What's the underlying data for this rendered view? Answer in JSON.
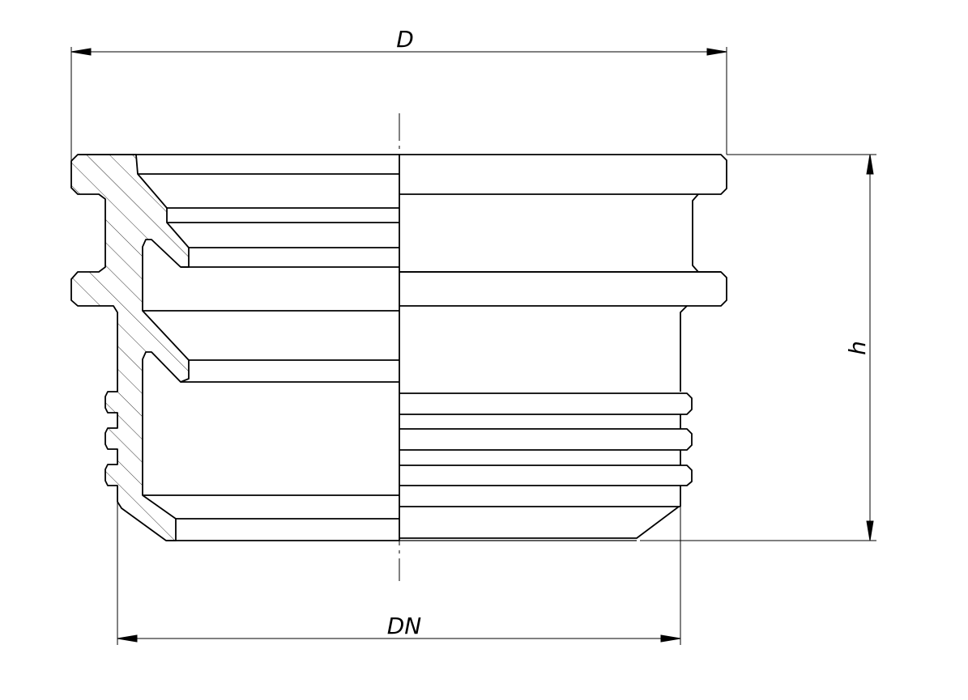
{
  "labels": {
    "top_dimension": "D",
    "height_dimension": "h",
    "bottom_dimension": "DN"
  },
  "colors": {
    "stroke": "#000000",
    "background": "#ffffff"
  }
}
